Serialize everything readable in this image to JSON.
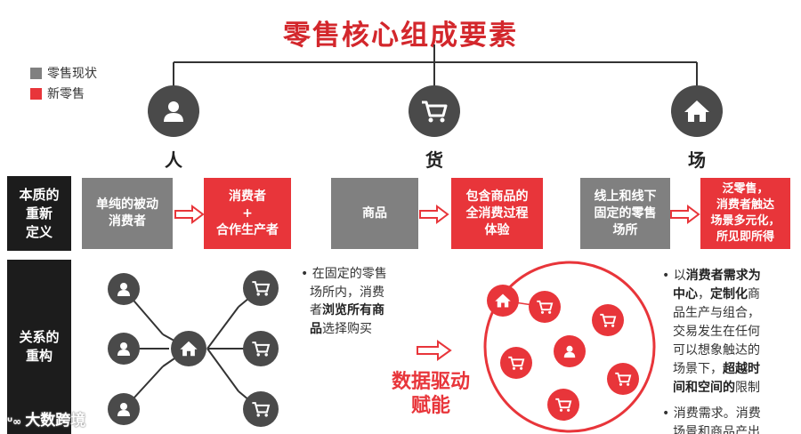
{
  "title": "零售核心组成要素",
  "legend": {
    "current": "零售现状",
    "new": "新零售"
  },
  "colors": {
    "accent_red": "#e8353a",
    "title_red": "#d3272c",
    "gray": "#808080",
    "dark": "#4a4a4a",
    "black": "#1c1c1c"
  },
  "pillars": [
    {
      "label": "人",
      "icon": "person-icon"
    },
    {
      "label": "货",
      "icon": "cart-icon"
    },
    {
      "label": "场",
      "icon": "home-icon"
    }
  ],
  "row_headers": {
    "essence": "本质的\n重新\n定义",
    "relation": "关系的\n重构"
  },
  "essence": {
    "people": {
      "current": "单纯的被动\n消费者",
      "new": "消费者\n+\n合作生产者"
    },
    "goods": {
      "current": "商品",
      "new": "包含商品的\n全消费过程\n体验"
    },
    "place": {
      "current": "线上和线下\n固定的零售\n场所",
      "new": "泛零售，\n消费者触达\n场景多元化，\n所见即所得"
    }
  },
  "notes": {
    "left": {
      "l1": "在固定的零售",
      "l2": "场所内，消费",
      "l3a": "者",
      "l3b": "浏览所有商",
      "l4a": "品",
      "l4b": "选择购买"
    },
    "right": {
      "p1a": "以",
      "p1b": "消费者需求为",
      "p2a": "中心",
      "p2b": "，",
      "p2c": "定制化",
      "p2d": "商",
      "p3": "品生产与组合，",
      "p4": "交易发生在任何",
      "p5": "可以想象触达的",
      "p6a": "场景下，",
      "p6b": "超越时",
      "p7a": "间和空间的",
      "p7b": "限制",
      "q1": "消费需求。消费",
      "q2": "场景和商品产出"
    }
  },
  "data_drive": {
    "line1": "数据驱动",
    "line2": "赋能"
  },
  "watermark": "大数跨境"
}
